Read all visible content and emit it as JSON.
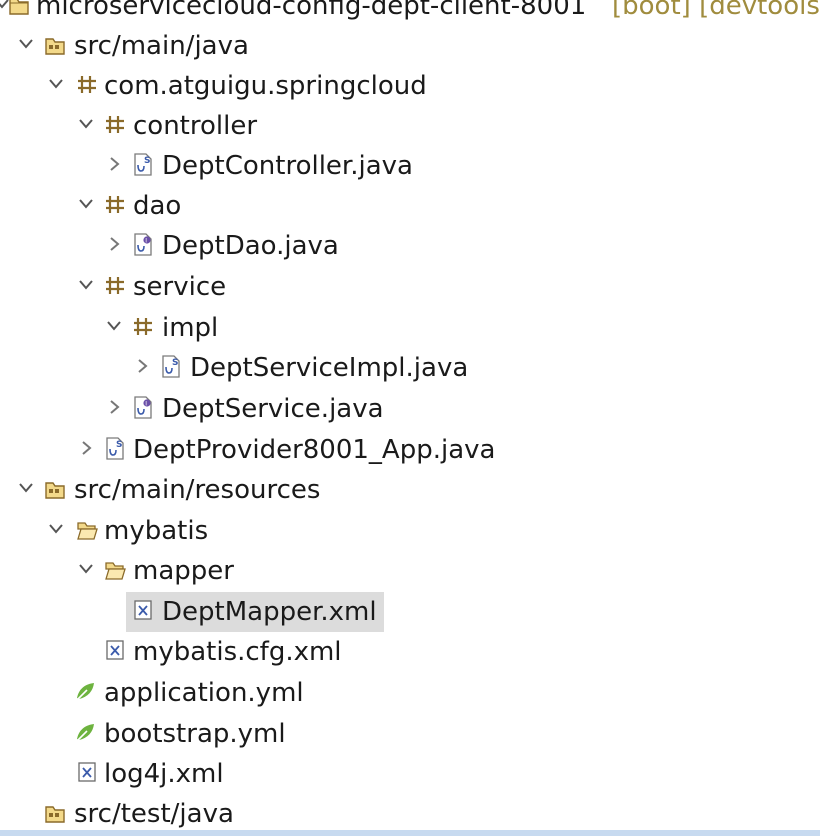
{
  "project": {
    "name": "microservicecloud-config-dept-client-8001",
    "decoration": "[boot] [devtools"
  },
  "tree": [
    {
      "label": "src/main/java",
      "icon": "source-folder-icon",
      "expander": "expanded"
    },
    {
      "label": "com.atguigu.springcloud",
      "icon": "package-icon",
      "expander": "expanded"
    },
    {
      "label": "controller",
      "icon": "package-icon",
      "expander": "expanded"
    },
    {
      "label": "DeptController.java",
      "icon": "java-class-file-icon",
      "expander": "collapsed"
    },
    {
      "label": "dao",
      "icon": "package-icon",
      "expander": "expanded"
    },
    {
      "label": "DeptDao.java",
      "icon": "java-interface-file-icon",
      "expander": "collapsed"
    },
    {
      "label": "service",
      "icon": "package-icon",
      "expander": "expanded"
    },
    {
      "label": "impl",
      "icon": "package-icon",
      "expander": "expanded"
    },
    {
      "label": "DeptServiceImpl.java",
      "icon": "java-class-file-icon",
      "expander": "collapsed"
    },
    {
      "label": "DeptService.java",
      "icon": "java-interface-file-icon",
      "expander": "collapsed"
    },
    {
      "label": "DeptProvider8001_App.java",
      "icon": "java-class-file-icon",
      "expander": "collapsed"
    },
    {
      "label": "src/main/resources",
      "icon": "source-folder-icon",
      "expander": "expanded"
    },
    {
      "label": "mybatis",
      "icon": "folder-open-icon",
      "expander": "expanded"
    },
    {
      "label": "mapper",
      "icon": "folder-open-icon",
      "expander": "expanded"
    },
    {
      "label": "DeptMapper.xml",
      "icon": "xml-file-icon",
      "expander": "none",
      "selected": true
    },
    {
      "label": "mybatis.cfg.xml",
      "icon": "xml-file-icon",
      "expander": "none"
    },
    {
      "label": "application.yml",
      "icon": "spring-yml-file-icon",
      "expander": "none"
    },
    {
      "label": "bootstrap.yml",
      "icon": "spring-yml-file-icon",
      "expander": "none"
    },
    {
      "label": "log4j.xml",
      "icon": "xml-file-icon",
      "expander": "none"
    },
    {
      "label": "src/test/java",
      "icon": "source-folder-icon",
      "expander": "none"
    }
  ],
  "colors": {
    "selection": "#dcdcdc",
    "decoration": "#a08c3e",
    "package": "#8a6a2a",
    "folder": "#c9a23c",
    "java_badge": "#3b5bab",
    "spring_leaf": "#6db33f",
    "bottom_bar": "#c7daf0"
  }
}
